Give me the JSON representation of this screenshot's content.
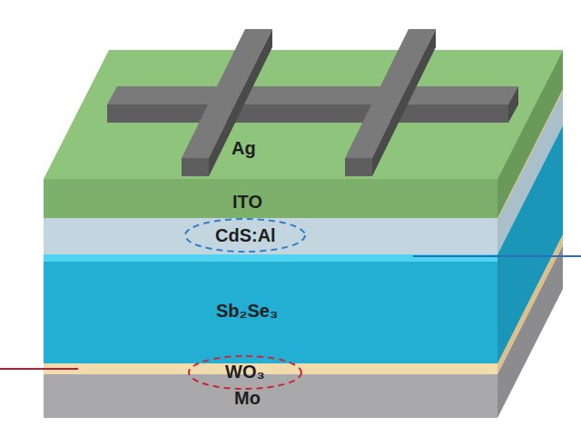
{
  "diagram": {
    "nodes": [
      {
        "text": [
          "Ag"
        ]
      },
      {
        "text": [
          "ITO"
        ]
      },
      {
        "text": [
          "CdS:Al"
        ]
      },
      {
        "text": [
          "Sb₂Se₃"
        ]
      },
      {
        "text": [
          "WO₃"
        ]
      },
      {
        "text": [
          "Mo"
        ]
      }
    ]
  }
}
